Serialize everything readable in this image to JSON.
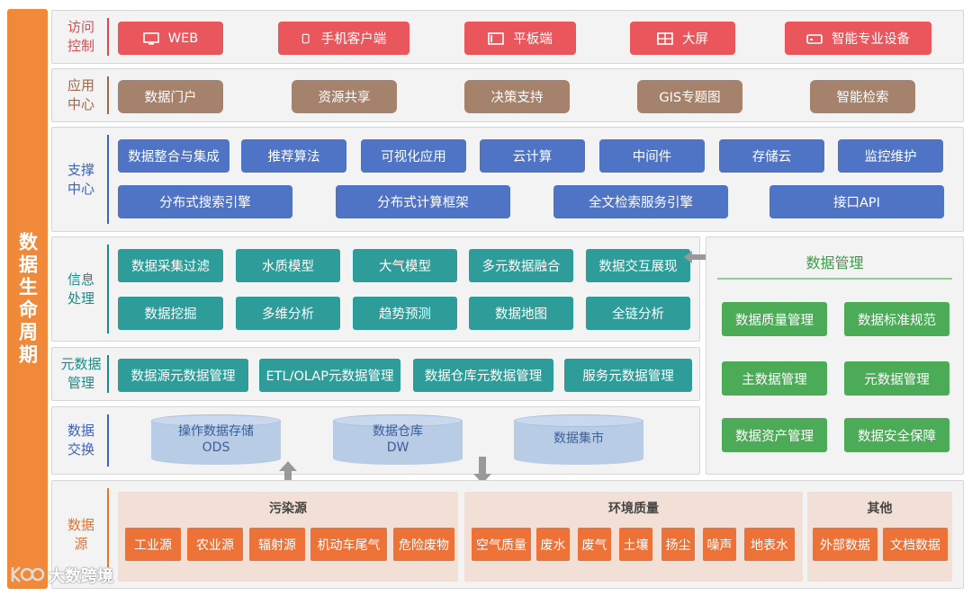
{
  "lifecycle_label": "数据生命周期",
  "rows": {
    "access": {
      "label": "访问\n控制",
      "items": [
        "WEB",
        "手机客户端",
        "平板端",
        "大屏",
        "智能专业设备"
      ]
    },
    "application": {
      "label": "应用\n中心",
      "items": [
        "数据门户",
        "资源共享",
        "决策支持",
        "GIS专题图",
        "智能检索"
      ]
    },
    "support": {
      "label": "支撑\n中心",
      "items_top": [
        "数据整合与集成",
        "推荐算法",
        "可视化应用",
        "云计算",
        "中间件",
        "存储云",
        "监控维护"
      ],
      "items_bottom": [
        "分布式搜索引擎",
        "分布式计算框架",
        "全文检索服务引擎",
        "接口API"
      ]
    },
    "info": {
      "label": "信息\n处理",
      "items_top": [
        "数据采集过滤",
        "水质模型",
        "大气模型",
        "多元数据融合",
        "数据交互展现"
      ],
      "items_bottom": [
        "数据挖掘",
        "多维分析",
        "趋势预测",
        "数据地图",
        "全链分析"
      ]
    },
    "metadata": {
      "label": "元数据\n管理",
      "items": [
        "数据源元数据管理",
        "ETL/OLAP元数据管理",
        "数据仓库元数据管理",
        "服务元数据管理"
      ]
    },
    "exchange": {
      "label": "数据\n交换",
      "items": [
        "操作数据存储\nODS",
        "数据仓库\nDW",
        "数据集市"
      ]
    },
    "source": {
      "label": "数据\n源",
      "groups": [
        {
          "title": "污染源",
          "items": [
            "工业源",
            "农业源",
            "辐射源",
            "机动车尾气",
            "危险废物"
          ]
        },
        {
          "title": "环境质量",
          "items": [
            "空气质量",
            "废水",
            "废气",
            "土壤",
            "扬尘",
            "噪声",
            "地表水"
          ]
        },
        {
          "title": "其他",
          "items": [
            "外部数据",
            "文档数据"
          ]
        }
      ]
    }
  },
  "data_management": {
    "title": "数据管理",
    "items": [
      "数据质量管理",
      "数据标准规范",
      "主数据管理",
      "元数据管理",
      "数据资产管理",
      "数据安全保障"
    ]
  },
  "watermark": "大数跨境",
  "icons": [
    "monitor-icon",
    "phone-icon",
    "tablet-icon",
    "big-screen-icon",
    "device-icon"
  ],
  "colors": {
    "lifecycle": "#f08a3a",
    "access": "#e9575d",
    "application": "#a5826b",
    "support": "#4f73c5",
    "info": "#2e9c98",
    "management": "#4cab57",
    "source": "#ec7238"
  }
}
